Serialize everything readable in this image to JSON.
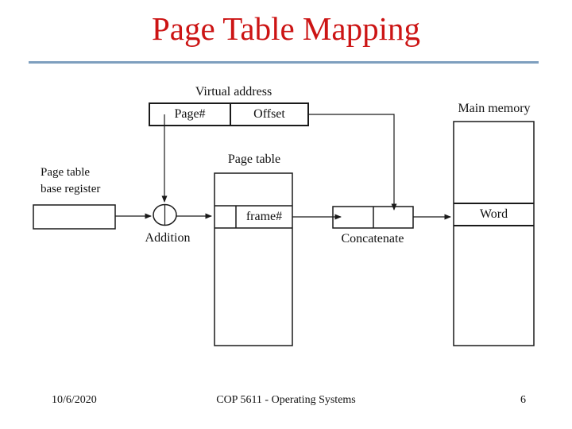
{
  "theme": {
    "title_color": "#cc1414",
    "rule_color": "#7e9fbe",
    "ink_color": "#1a1a1a"
  },
  "slide": {
    "title": "Page Table Mapping"
  },
  "diagram": {
    "virtual_address_label": "Virtual address",
    "page_field": "Page#",
    "offset_field": "Offset",
    "base_register_line1": "Page table",
    "base_register_line2": "base register",
    "addition_label": "Addition",
    "page_table_label": "Page table",
    "frame_field": "frame#",
    "concatenate_label": "Concatenate",
    "main_memory_label": "Main memory",
    "word_field": "Word"
  },
  "footer": {
    "date": "10/6/2020",
    "course": "COP 5611 - Operating Systems",
    "page_number": "6"
  }
}
